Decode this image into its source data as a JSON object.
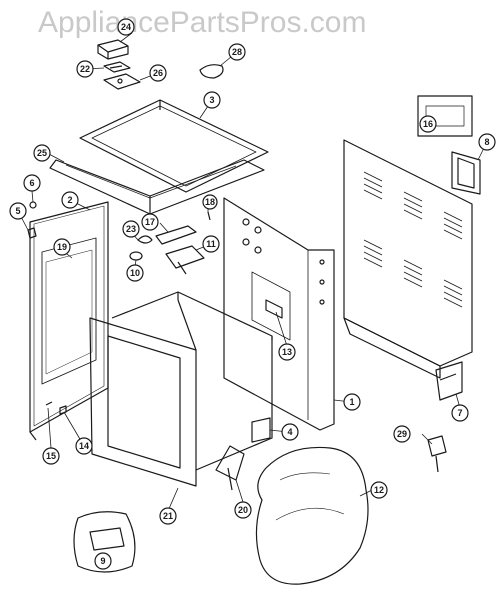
{
  "watermark": "AppliancePartsPros.com",
  "colors": {
    "line": "#1a1a1a",
    "callout": "#ffffff",
    "watermark": "#c9c9c9"
  },
  "callouts": {
    "c1": "1",
    "c2": "2",
    "c3": "3",
    "c4": "4",
    "c5": "5",
    "c6": "6",
    "c7": "7",
    "c8": "8",
    "c9": "9",
    "c10": "10",
    "c11": "11",
    "c12": "12",
    "c13": "13",
    "c14": "14",
    "c15": "15",
    "c16": "16",
    "c17": "17",
    "c18": "18",
    "c19": "19",
    "c20": "20",
    "c21": "21",
    "c22": "22",
    "c23": "23",
    "c24": "24",
    "c25": "25",
    "c26": "26",
    "c28": "28",
    "c29": "29"
  }
}
